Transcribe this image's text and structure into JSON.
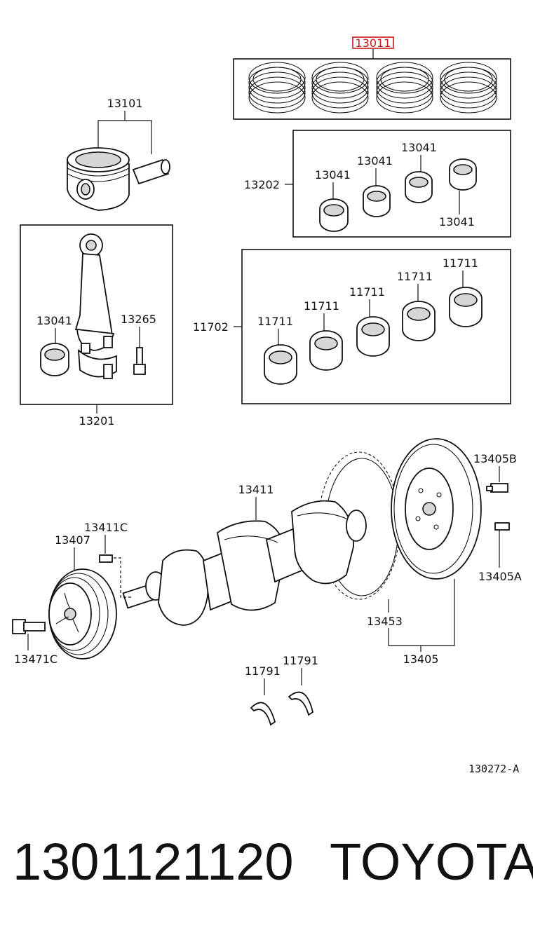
{
  "diagram": {
    "reference_code": "130272-A",
    "labels": {
      "piston_ring_set": "13011",
      "piston": "13101",
      "bearing_set_box": "13202",
      "rod_bearing_a": "13041",
      "rod_bearing_b": "13041",
      "rod_bearing_c": "13041",
      "rod_bearing_d": "13041",
      "conrod_bearing": "13041",
      "conrod_bolt": "13265",
      "conrod_assy": "13201",
      "main_bearing_box": "11702",
      "main_bearing_1": "11711",
      "main_bearing_2": "11711",
      "main_bearing_3": "11711",
      "main_bearing_4": "11711",
      "main_bearing_5": "11711",
      "crankshaft": "13411",
      "pulley_key": "13411C",
      "pulley": "13407",
      "pulley_bolt": "13471C",
      "flywheel_bolt": "13405B",
      "flywheel_pin": "13405A",
      "ring_gear": "13453",
      "flywheel": "13405",
      "thrust_washer_left": "11791",
      "thrust_washer_right": "11791"
    }
  },
  "footer": {
    "part_number": "1301121120",
    "brand": "TOYOTA"
  },
  "highlight_color": "#c41a1a"
}
